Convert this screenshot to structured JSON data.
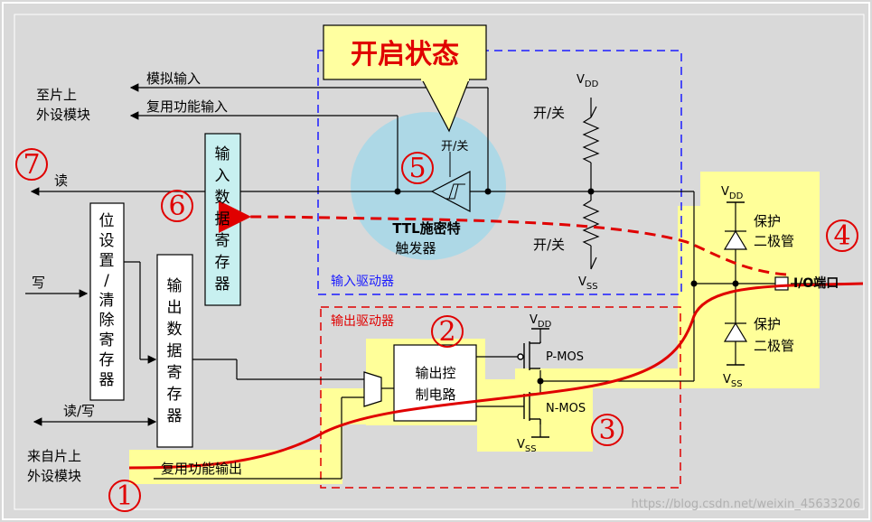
{
  "header": {
    "title": "开启状态"
  },
  "left": {
    "to_peripheral": [
      "至片上",
      "外设模块"
    ],
    "analog_input": "模拟输入",
    "alt_func_input": "复用功能输入",
    "read": "读",
    "write": "写",
    "read_write": "读/写",
    "from_peripheral": [
      "来自片上",
      "外设模块"
    ],
    "alt_func_output": "复用功能输出"
  },
  "blocks": {
    "bit_set_reset": [
      "位",
      "设",
      "置",
      "/",
      "清",
      "除",
      "寄",
      "存",
      "器"
    ],
    "output_data_reg": [
      "输",
      "出",
      "数",
      "据",
      "寄",
      "存",
      "器"
    ],
    "input_data_reg": [
      "输",
      "入",
      "数",
      "据",
      "寄",
      "存",
      "器"
    ],
    "output_control": [
      "输出控",
      "制电路"
    ]
  },
  "input_driver": {
    "label": "输入驱动器",
    "schmitt": [
      "TTL施密特",
      "触发器"
    ],
    "switch_label": "开/关",
    "pullup_switch": "开/关",
    "pulldown_switch": "开/关",
    "vdd": "V",
    "vdd_sub": "DD",
    "vss": "V",
    "vss_sub": "SS"
  },
  "output_driver": {
    "label": "输出驱动器",
    "pmos": "P-MOS",
    "nmos": "N-MOS",
    "vdd": "V",
    "vdd_sub": "DD",
    "vss": "V",
    "vss_sub": "SS"
  },
  "protection": {
    "upper": [
      "保护",
      "二极管"
    ],
    "lower": [
      "保护",
      "二极管"
    ],
    "vdd": "V",
    "vdd_sub": "DD",
    "vss": "V",
    "vss_sub": "SS"
  },
  "io_pin": "I/O端口",
  "markers": [
    "1",
    "2",
    "3",
    "4",
    "5",
    "6",
    "7"
  ],
  "watermark": "https://blog.csdn.net/weixin_45633206",
  "colors": {
    "highlight": "#ffff99",
    "bubble": "#add8e6",
    "red": "#e00000",
    "blue_dash": "#1a1aff",
    "title_bg": "#ffffa0",
    "title_text": "#e00000",
    "reg_fill": "#c8f0f0"
  }
}
